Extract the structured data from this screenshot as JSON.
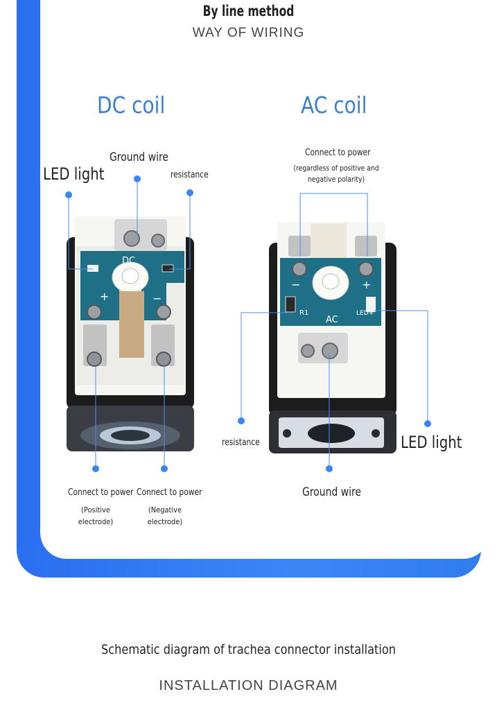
{
  "header": {
    "title": "By line method",
    "subtitle": "WAY OF WIRING"
  },
  "dc": {
    "heading": "DC coil",
    "ground": "Ground wire",
    "led": "LED light",
    "resistance": "resistance",
    "board_text": "DC",
    "plus": "+",
    "minus": "−",
    "pos_power": "Connect to power",
    "pos_note": "(Positive electrode)",
    "neg_power": "Connect to power",
    "neg_note": "(Negative electrode)"
  },
  "ac": {
    "heading": "AC coil",
    "power": "Connect to power",
    "power_note": "(regardless of positive and negative polarity)",
    "board_text": "AC",
    "r1": "R1",
    "led_mark": "LED+",
    "minus": "−",
    "plus": "+",
    "resistance": "resistance",
    "led": "LED light",
    "ground": "Ground wire"
  },
  "footer": {
    "caption": "Schematic diagram of trachea connector installation",
    "caption2": "INSTALLATION DIAGRAM"
  },
  "colors": {
    "frame": "#2f7cf0",
    "heading": "#3a7fd0",
    "pcb": "#1f6f86",
    "leader": "#4a8ff0"
  }
}
